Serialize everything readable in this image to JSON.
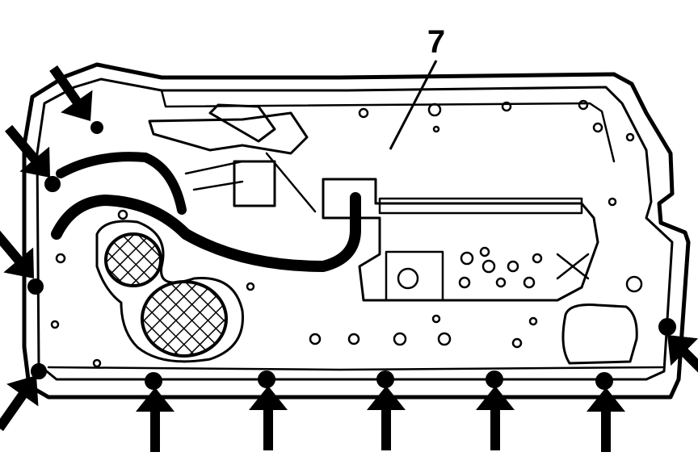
{
  "diagram": {
    "callouts": [
      {
        "label": "7",
        "target": "door-trim-panel"
      }
    ],
    "fastener_arrows_count": 10,
    "colors": {
      "ink": "#000000",
      "paper": "#ffffff"
    }
  }
}
